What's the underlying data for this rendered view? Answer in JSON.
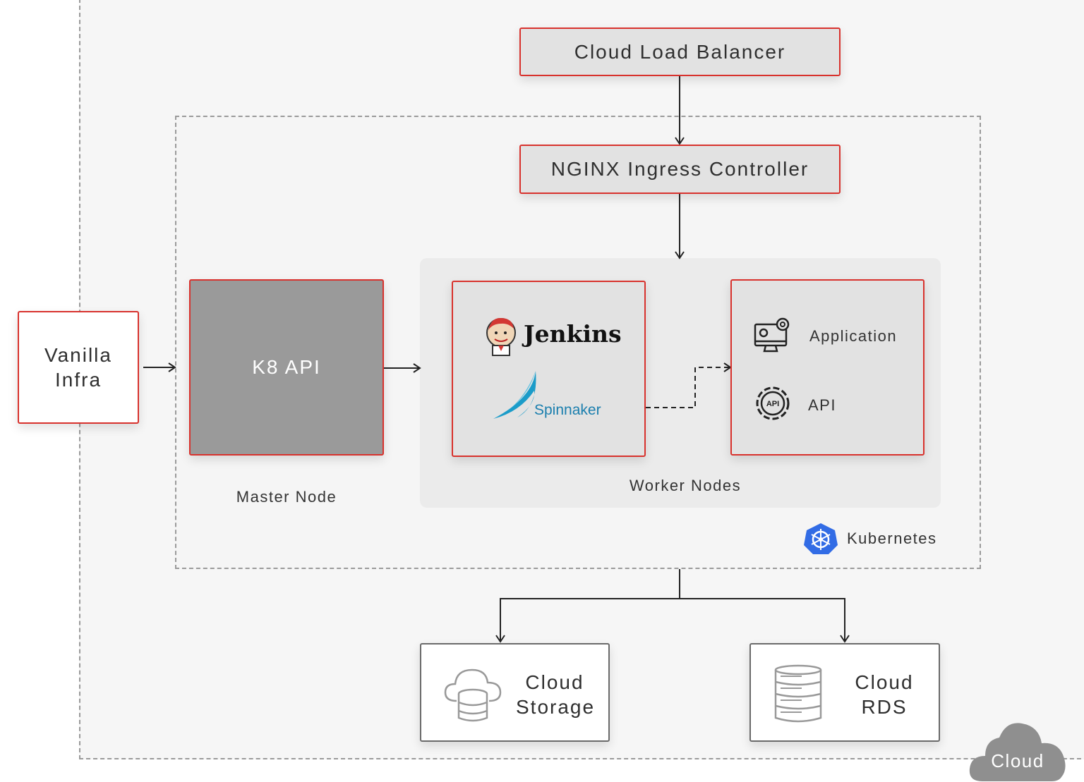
{
  "load_balancer": "Cloud Load Balancer",
  "ingress": "NGINX Ingress Controller",
  "vanilla_infra_line1": "Vanilla",
  "vanilla_infra_line2": "Infra",
  "k8_api": "K8 API",
  "master_node": "Master Node",
  "worker_nodes": "Worker Nodes",
  "jenkins": "Jenkins",
  "spinnaker": "Spinnaker",
  "application": "Application",
  "api": "API",
  "api_badge": "API",
  "kubernetes": "Kubernetes",
  "cloud_storage_line1": "Cloud",
  "cloud_storage_line2": "Storage",
  "cloud_rds_line1": "Cloud",
  "cloud_rds_line2": "RDS",
  "cloud_badge": "Cloud",
  "colors": {
    "accent_red": "#d8322d",
    "k8s_blue": "#326ce5",
    "spinnaker_blue": "#1b9cc9"
  }
}
